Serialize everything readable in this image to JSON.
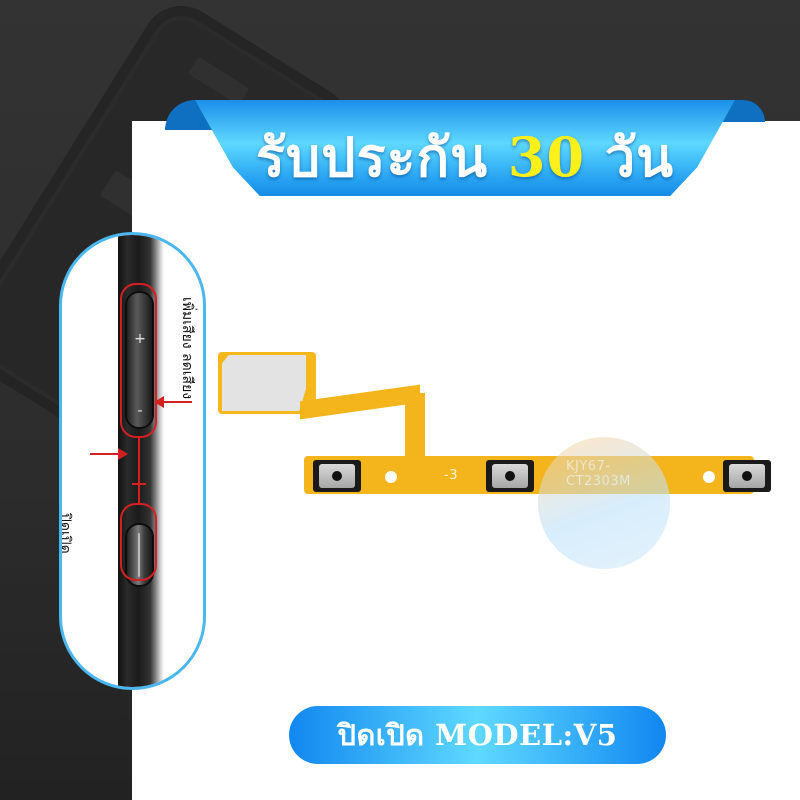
{
  "banner": {
    "title_prefix": "รับประกัน",
    "title_number": "30",
    "title_suffix": "วัน",
    "colors": {
      "ribbon": "#2aa6f3",
      "highlight": "#ffef1a"
    }
  },
  "callout": {
    "volume_label": "เพิ่มเสียง ลดเสียง",
    "power_label": "ปิดเปิด",
    "plus_symbol": "+",
    "minus_symbol": "-",
    "colors": {
      "border": "#4ab7ef",
      "marker": "#d42020"
    }
  },
  "product": {
    "part_code": "KJY67-CT2303M",
    "silk_mark": "-3"
  },
  "footer": {
    "model_label": "ปิดเปิด MODEL:V5"
  },
  "colors": {
    "background": "#2f2f2f",
    "panel": "#ffffff",
    "flex": "#f3b51b"
  }
}
